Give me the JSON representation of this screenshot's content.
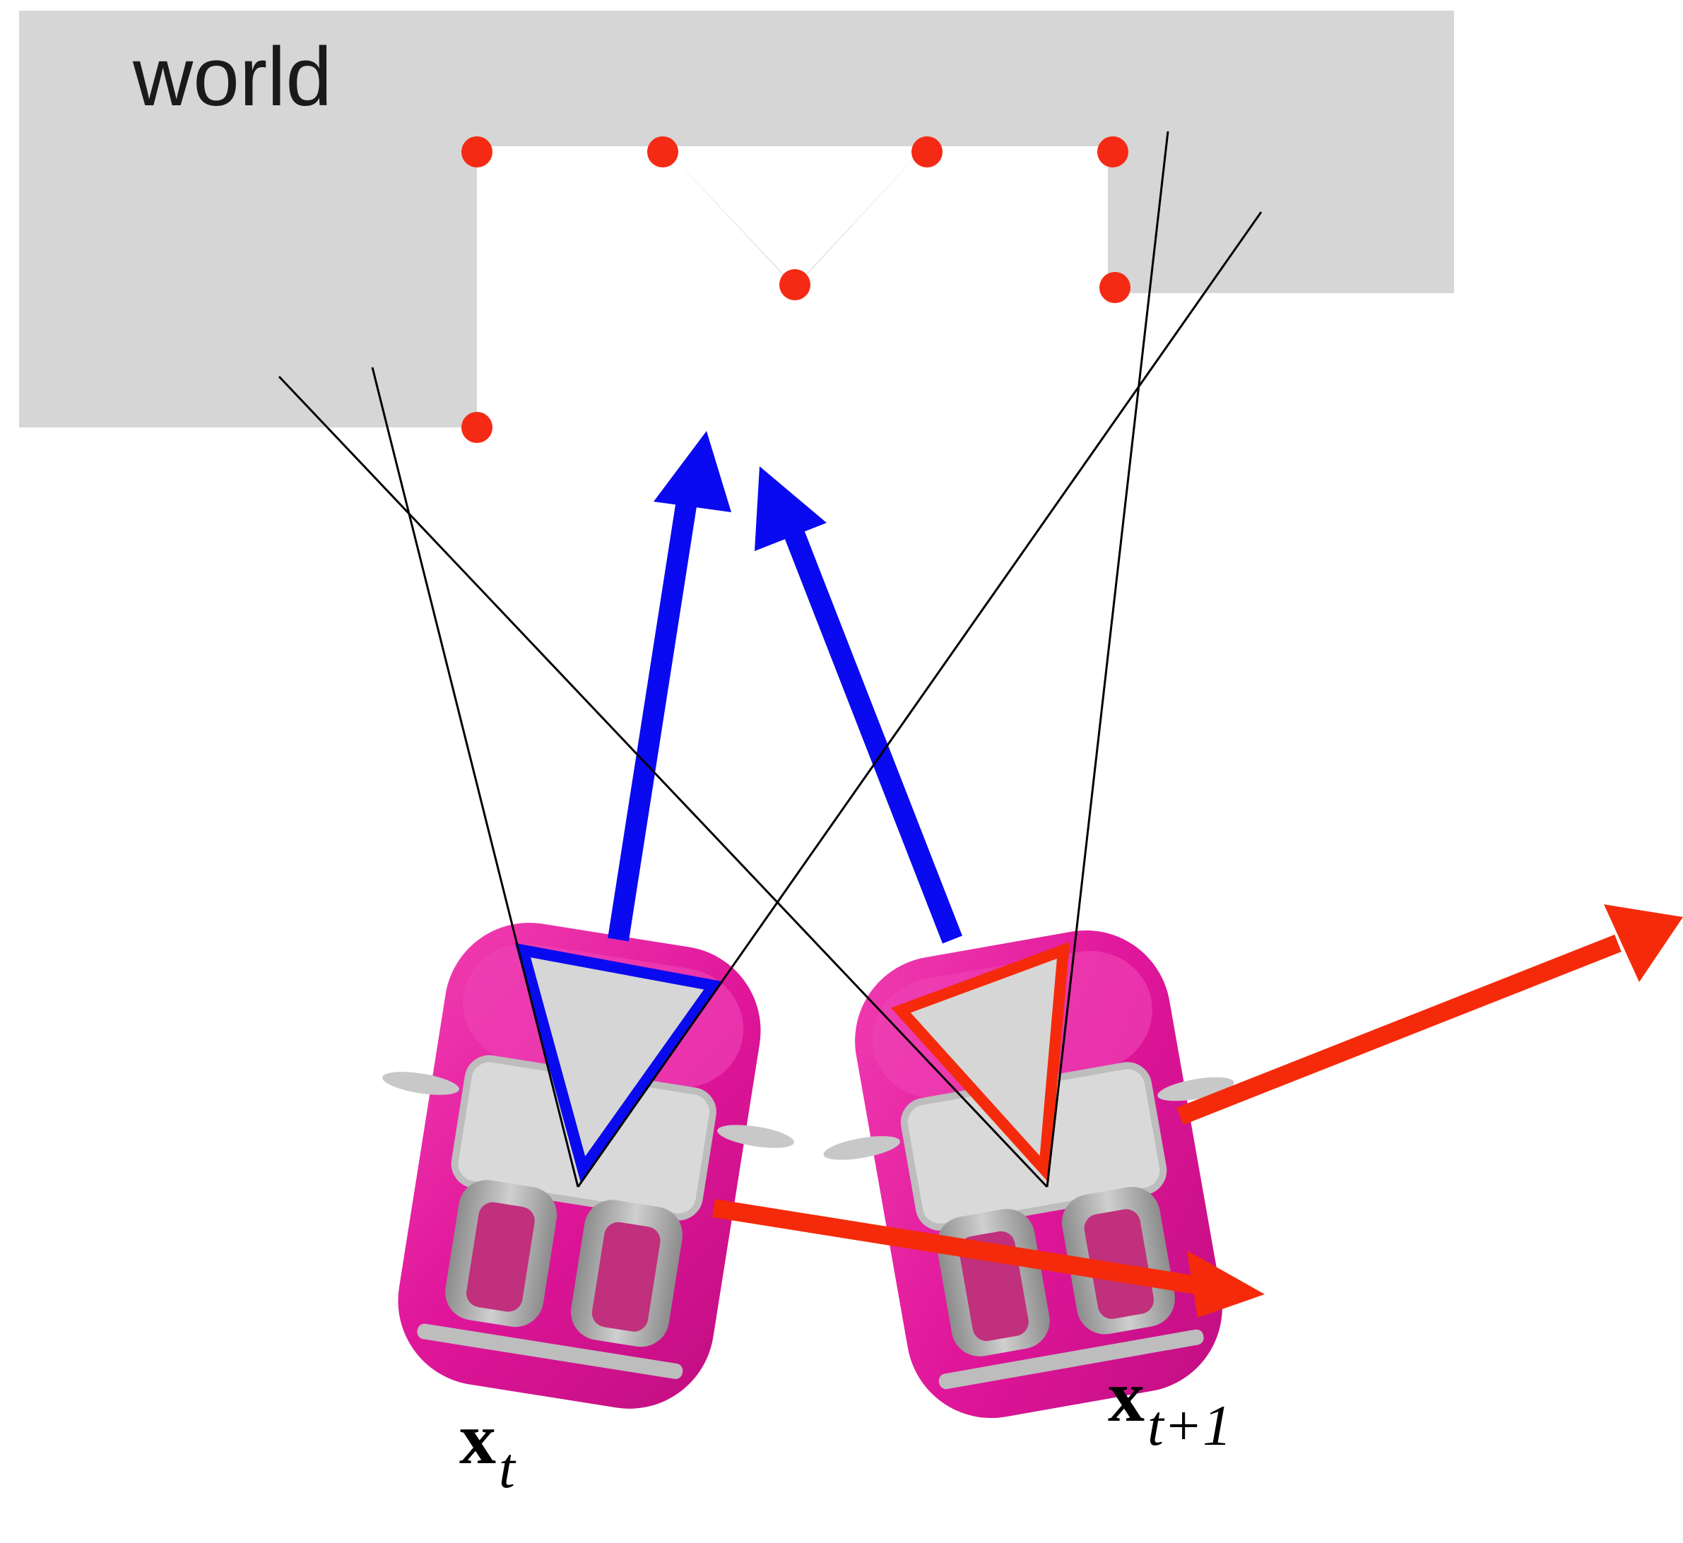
{
  "world": {
    "label": "world"
  },
  "poses": [
    {
      "base": "x",
      "subscript": "t"
    },
    {
      "base": "x",
      "subscript": "t+1"
    }
  ],
  "icons": [
    "car-icon",
    "camera-frustum-icon",
    "landmark-point-icon"
  ],
  "colors": {
    "world_fill": "#d6d6d6",
    "landmark": "#f52a14",
    "blue_arrow": "#0a0af0",
    "red_arrow": "#f52a0a",
    "car_body": "#e3179b",
    "ray": "#000000"
  }
}
